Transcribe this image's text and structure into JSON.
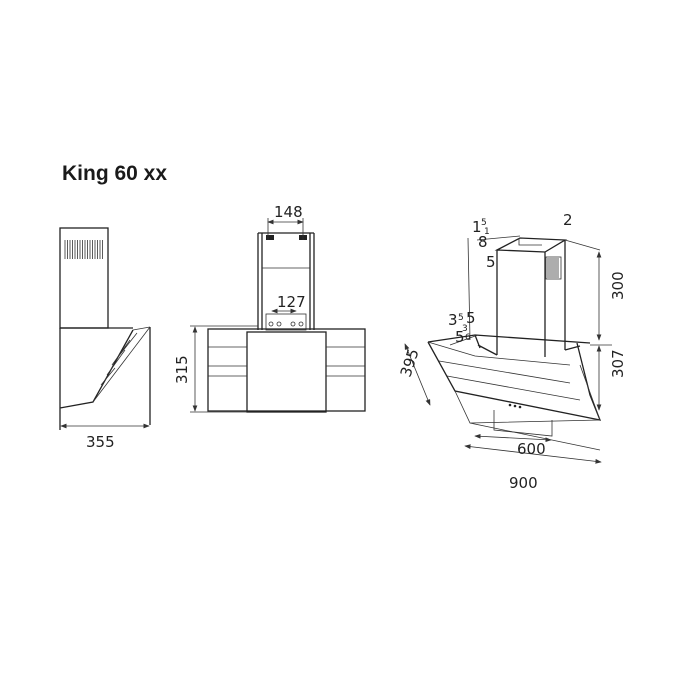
{
  "title": "King 60 xx",
  "side_view": {
    "width_label": "355"
  },
  "front_view": {
    "top_width_label": "148",
    "bracket_width_label": "127",
    "height_label": "315"
  },
  "iso_view": {
    "labels": {
      "top_a": "1",
      "top_a_sup": "5",
      "top_a_sub": "1",
      "top_b": "8",
      "top_c": "5",
      "mid_a": "3",
      "mid_a_sup": "5",
      "mid_b": "5",
      "mid_c": "5",
      "mid_c_sup": "3",
      "mid_c_sub": "6",
      "right_top": "2",
      "depth": "395",
      "chimney_height": "300",
      "body_height": "307",
      "inner_width": "600",
      "outer_width": "900"
    }
  }
}
